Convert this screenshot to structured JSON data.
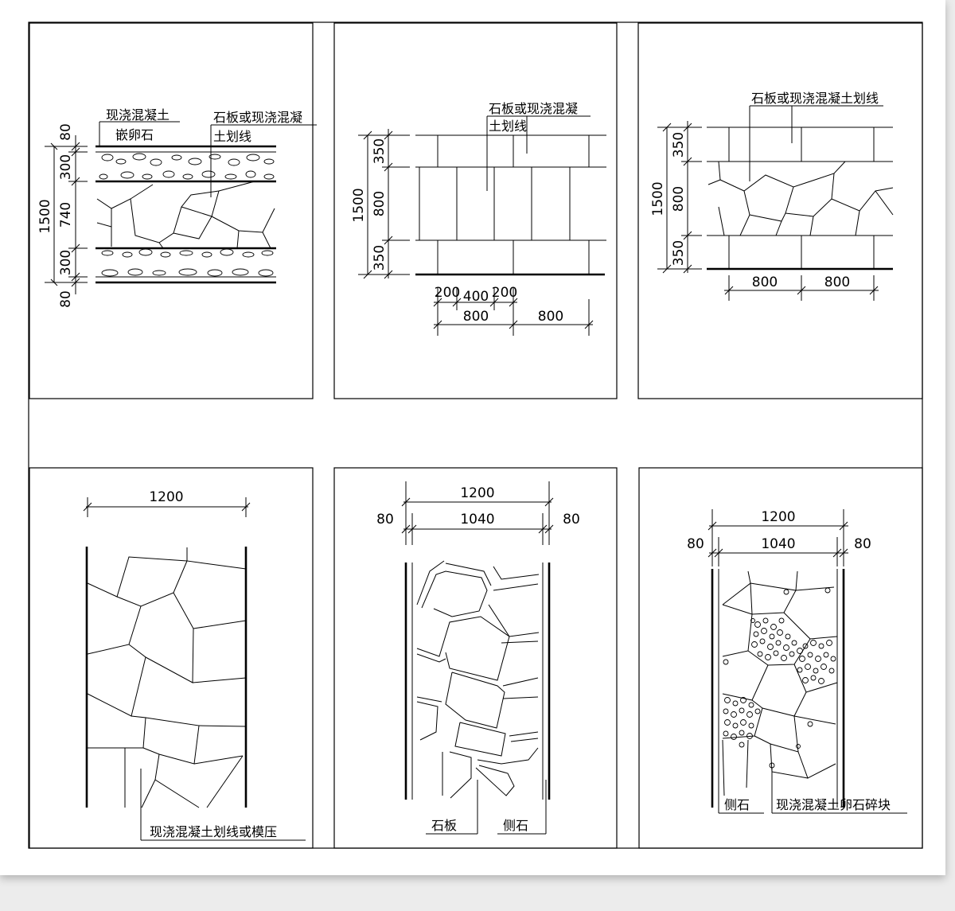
{
  "panels": [
    {
      "id": "section-cobble",
      "labels": {
        "concrete": "现浇混凝土",
        "pebble": "嵌卵石",
        "joint": "石板或现浇混凝",
        "joint_line2": "土划线"
      },
      "dims": {
        "total": "1500",
        "curb_top": "80",
        "gravel_top": "300",
        "middle": "740",
        "gravel_bottom": "300",
        "curb_bottom": "80"
      }
    },
    {
      "id": "section-slab-rect",
      "labels": {
        "joint": "石板或现浇混凝",
        "joint_line2": "土划线"
      },
      "dims": {
        "total": "1500",
        "top": "350",
        "middle": "800",
        "bottom": "350",
        "d200a": "200",
        "d400": "400",
        "d200b": "200",
        "d800a": "800",
        "d800b": "800"
      }
    },
    {
      "id": "section-slab-irregular",
      "labels": {
        "joint": "石板或现浇混凝土划线"
      },
      "dims": {
        "total": "1500",
        "top": "350",
        "middle": "800",
        "bottom": "350",
        "d800a": "800",
        "d800b": "800"
      }
    },
    {
      "id": "plan-concrete",
      "labels": {
        "note": "现浇混凝土划线或模压"
      },
      "dims": {
        "width": "1200"
      }
    },
    {
      "id": "plan-slab",
      "labels": {
        "slab": "石板",
        "curb": "侧石"
      },
      "dims": {
        "width": "1200",
        "inner": "1040",
        "left": "80",
        "right": "80"
      }
    },
    {
      "id": "plan-pebble",
      "labels": {
        "curb": "侧石",
        "note": "现浇混凝土卵石碎块"
      },
      "dims": {
        "width": "1200",
        "inner": "1040",
        "left": "80",
        "right": "80"
      }
    }
  ]
}
